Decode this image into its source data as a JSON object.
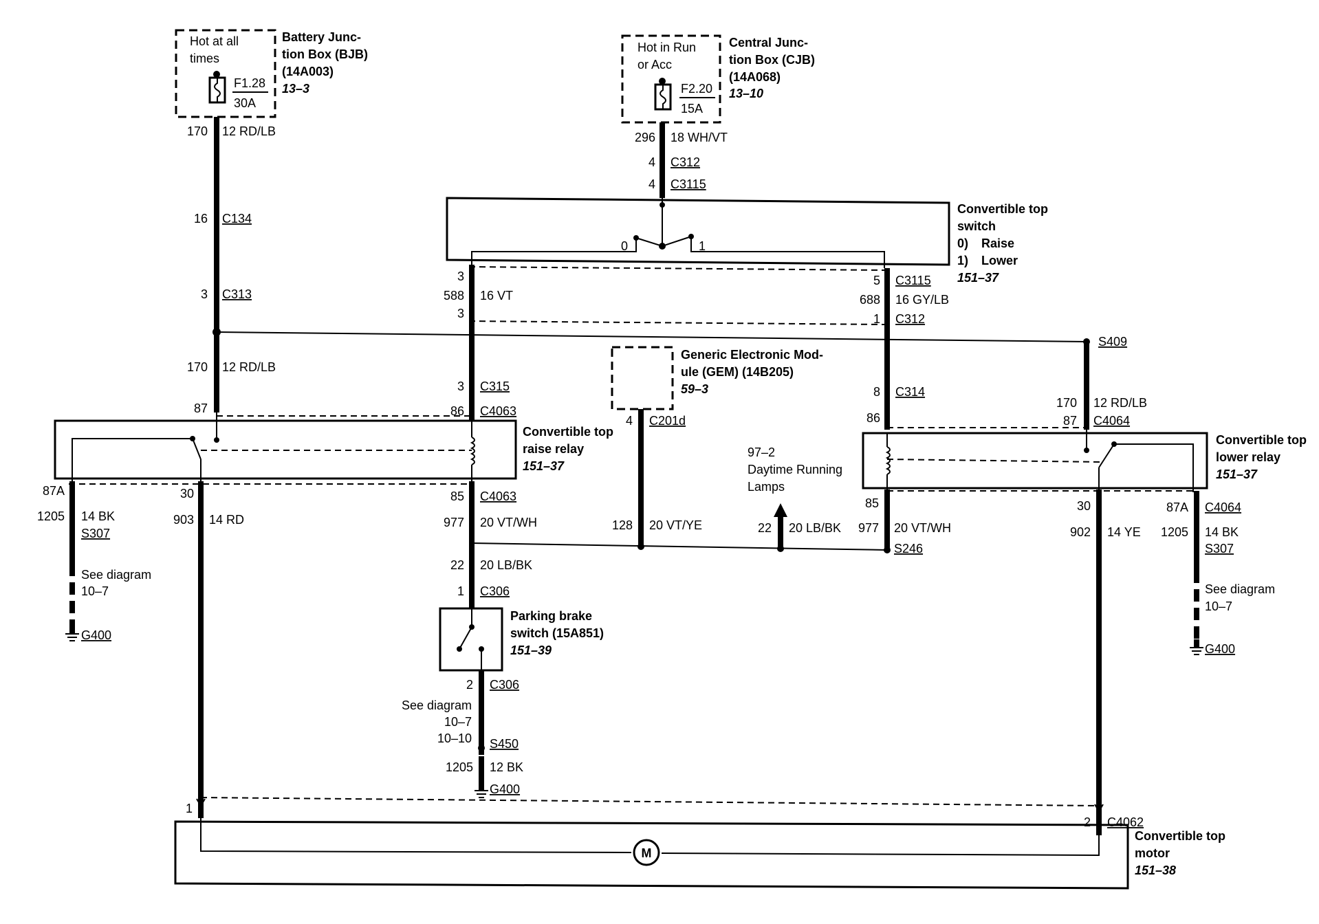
{
  "bjb": {
    "hot_line1": "Hot at all",
    "hot_line2": "times",
    "fuse": "F1.28",
    "amps": "30A",
    "name_line1": "Battery Junc-",
    "name_line2": "tion Box (BJB)",
    "name_line3": "(14A003)",
    "ref": "13–3"
  },
  "cjb": {
    "hot_line1": "Hot in Run",
    "hot_line2": "or Acc",
    "fuse": "F2.20",
    "amps": "15A",
    "name_line1": "Central Junc-",
    "name_line2": "tion Box (CJB)",
    "name_line3": "(14A068)",
    "ref": "13–10"
  },
  "switch": {
    "name_line1": "Convertible top",
    "name_line2": "switch",
    "pos0_num": "0)",
    "pos0_label": "Raise",
    "pos1_num": "1)",
    "pos1_label": "Lower",
    "ref": "151–37",
    "contact0": "0",
    "contact1": "1"
  },
  "gem": {
    "name_line1": "Generic Electronic Mod-",
    "name_line2": "ule (GEM) (14B205)",
    "ref": "59–3"
  },
  "raise_relay": {
    "name_line1": "Convertible top",
    "name_line2": "raise relay",
    "ref": "151–37"
  },
  "lower_relay": {
    "name_line1": "Convertible top",
    "name_line2": "lower relay",
    "ref": "151–37"
  },
  "parking_brake": {
    "name_line1": "Parking brake",
    "name_line2": "switch (15A851)",
    "ref": "151–39"
  },
  "motor": {
    "name_line1": "Convertible top",
    "name_line2": "motor",
    "ref": "151–38",
    "symbol": "M"
  },
  "drl": {
    "ref": "97–2",
    "line1": "Daytime Running",
    "line2": "Lamps"
  },
  "see_diagram": {
    "text": "See diagram",
    "ref_a": "10–7",
    "ref_b": "10–10"
  },
  "labels": {
    "c170": "170",
    "w12rdlb": "12 RD/LB",
    "p16": "16",
    "c134": "C134",
    "p3": "3",
    "c313": "C313",
    "p87": "87",
    "p86": "86",
    "p85": "85",
    "p30": "30",
    "p87a": "87A",
    "p1": "1",
    "p2": "2",
    "p4": "4",
    "p5": "5",
    "p8": "8",
    "p22": "22",
    "c296": "296",
    "w18whvt": "18 WH/VT",
    "c312": "C312",
    "c3115": "C3115",
    "c588": "588",
    "w16vt": "16 VT",
    "c688": "688",
    "w16gylb": "16 GY/LB",
    "s409": "S409",
    "c315": "C315",
    "c4063": "C4063",
    "c314": "C314",
    "c4064": "C4064",
    "c201d": "C201d",
    "c1205": "1205",
    "w14bk": "14 BK",
    "s307": "S307",
    "g400": "G400",
    "c903": "903",
    "w14rd": "14 RD",
    "c977": "977",
    "w20vtwh": "20 VT/WH",
    "c128": "128",
    "w20vtye": "20 VT/YE",
    "w20lbbk": "20 LB/BK",
    "s246": "S246",
    "c902": "902",
    "w14ye": "14 YE",
    "c306": "C306",
    "s450": "S450",
    "w12bk": "12 BK",
    "c4062": "C4062"
  }
}
